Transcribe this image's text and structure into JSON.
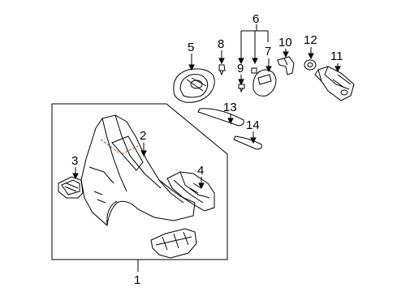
{
  "diagram": {
    "callouts": [
      {
        "id": "c1",
        "label": "1"
      },
      {
        "id": "c2",
        "label": "2"
      },
      {
        "id": "c3",
        "label": "3"
      },
      {
        "id": "c4",
        "label": "4"
      },
      {
        "id": "c5",
        "label": "5"
      },
      {
        "id": "c6",
        "label": "6"
      },
      {
        "id": "c7",
        "label": "7"
      },
      {
        "id": "c8",
        "label": "8"
      },
      {
        "id": "c9",
        "label": "9"
      },
      {
        "id": "c10",
        "label": "10"
      },
      {
        "id": "c11",
        "label": "11"
      },
      {
        "id": "c12",
        "label": "12"
      },
      {
        "id": "c13",
        "label": "13"
      },
      {
        "id": "c14",
        "label": "14"
      }
    ],
    "colors": {
      "line": "#000000",
      "accent": "#d62828",
      "fill": "#ffffff"
    }
  }
}
